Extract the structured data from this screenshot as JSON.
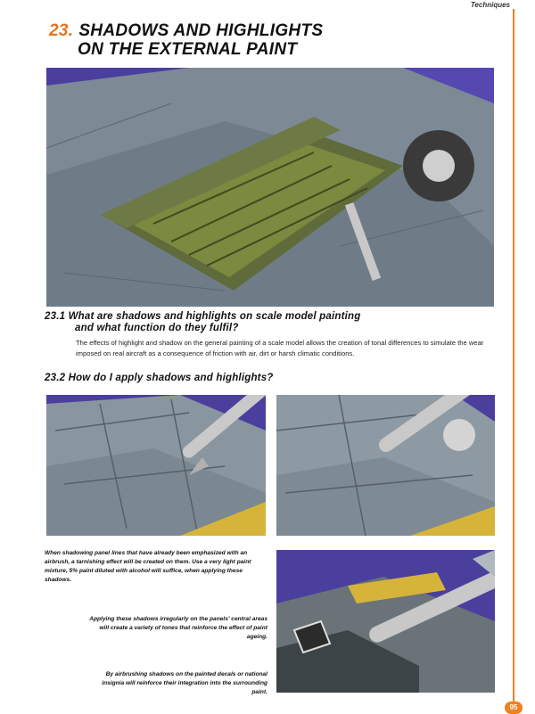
{
  "running_head": "Techniques",
  "page_number": "95",
  "section": {
    "number": "23.",
    "title_line1": "SHADOWS AND HIGHLIGHTS",
    "title_line2": "ON THE EXTERNAL PAINT"
  },
  "q1": {
    "title_line1": "23.1 What are shadows and highlights on scale model painting",
    "title_line2": "and what function do they fulfil?",
    "body": "The effects of highlight and shadow on the general painting of a scale model allows the creation of tonal differences to simulate the wear imposed on real aircraft as a consequence of friction with air, dirt or harsh climatic conditions."
  },
  "q2": {
    "title": "23.2 How do I apply shadows and highlights?"
  },
  "captions": {
    "c1": "When shadowing panel lines that have already been emphasized with an airbrush, a tarnishing effect will be created on them. Use a very light paint mixture, 5% paint diluted with alcohol will suffice, when applying these shadows.",
    "c2": "Applying these shadows irregularly on the panels' central areas will create a variety of tones that reinforce the effect of paint ageing.",
    "c3": "By airbrushing shadows on the painted decals or national insignia will reinforce their integration into the surrounding paint."
  },
  "colors": {
    "accent": "#e8731c",
    "edge_rule": "#f08020",
    "backdrop": "#4b3f9e"
  }
}
